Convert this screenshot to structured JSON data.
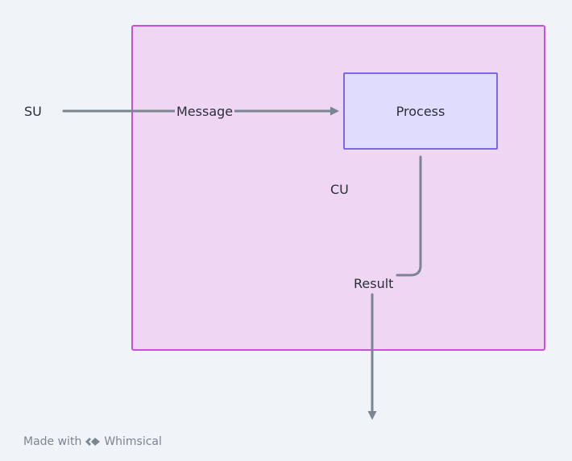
{
  "diagram": {
    "nodes": {
      "su": {
        "label": "SU"
      },
      "cu": {
        "label": "CU"
      },
      "process": {
        "label": "Process"
      }
    },
    "edges": {
      "message": {
        "label": "Message",
        "from": "SU",
        "to": "Process"
      },
      "result": {
        "label": "Result",
        "from": "Process",
        "to": ""
      }
    }
  },
  "footer": {
    "made_with": "Made with",
    "brand": "Whimsical",
    "logo_icon": "whimsical-logo-icon"
  },
  "colors": {
    "background": "#f0f3f7",
    "container_fill": "#efd6f3",
    "container_border": "#c84fd6",
    "process_fill": "#dfdcfd",
    "process_border": "#7b68e6",
    "edge": "#7b8592",
    "text": "#2b2f3a"
  }
}
